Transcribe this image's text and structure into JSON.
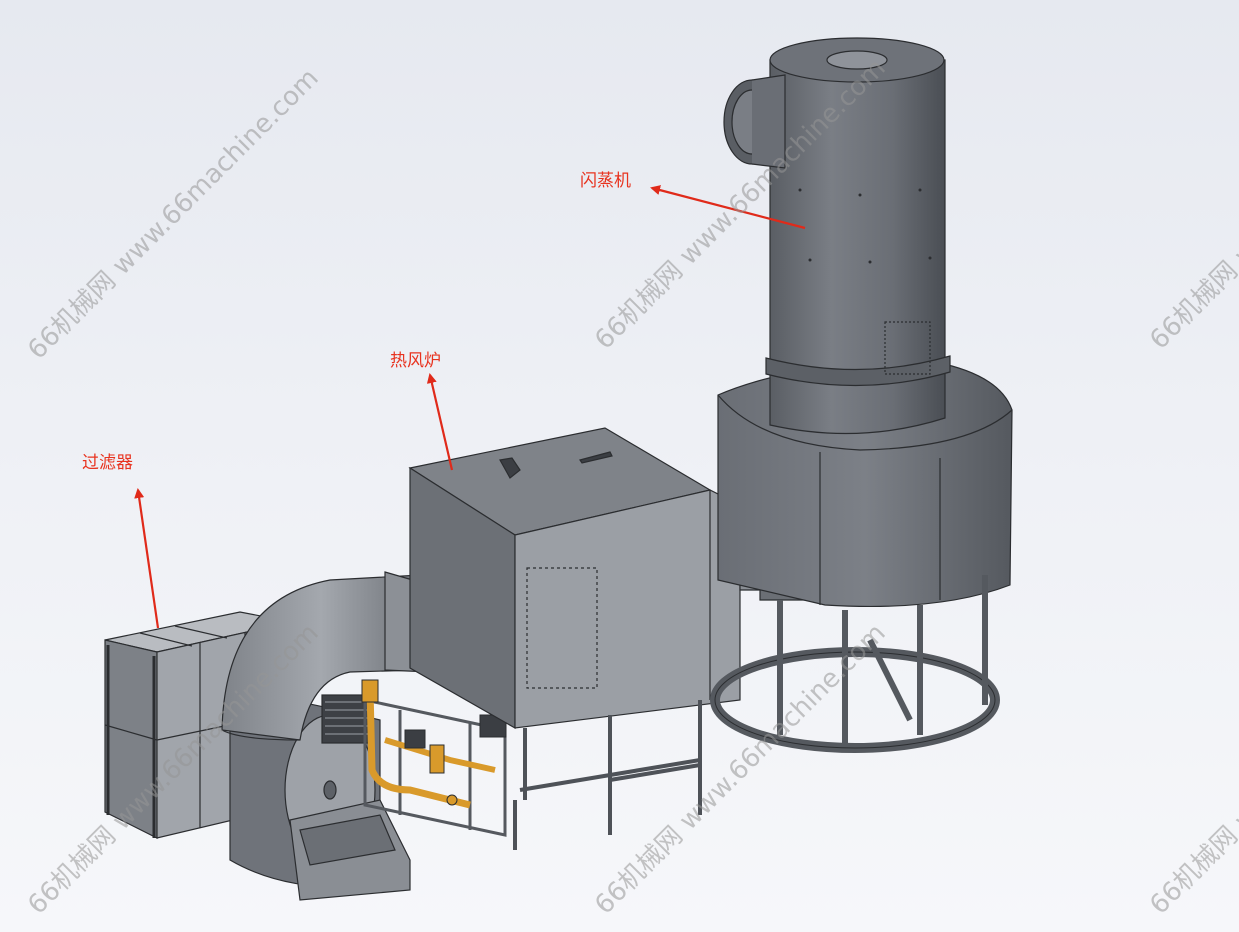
{
  "labels": {
    "flash_evaporator": "闪蒸机",
    "hot_air_furnace": "热风炉",
    "filter": "过滤器"
  },
  "watermark": {
    "text": "66机械网 www.66machine.com"
  },
  "colors": {
    "label_red": "#e8331f",
    "arrow_red": "#e02a1a",
    "steel_light": "#8c9096",
    "steel_mid": "#6b6f76",
    "steel_dark": "#4e5258",
    "pipe_orange": "#d99a2b"
  }
}
